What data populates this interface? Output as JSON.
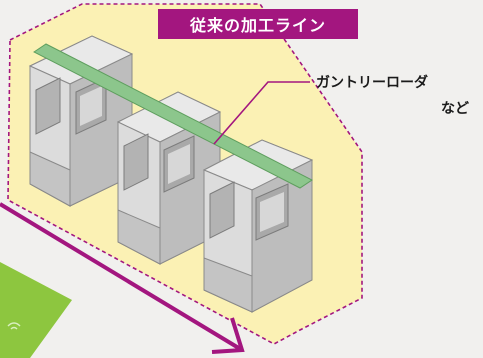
{
  "diagram": {
    "title": "従来の加工ライン",
    "callout": {
      "line1": "ガントリーローダ",
      "line2": "など"
    },
    "colors": {
      "accent": "#a3167f",
      "zone_fill": "#fbf1b4",
      "rail": "#8cc68c",
      "arrow": "#a3167f",
      "green_panel": "#8dc63f",
      "machine_light": "#e3e3e3",
      "machine_mid": "#cfcfcf",
      "machine_dark": "#9c9c9c"
    }
  }
}
